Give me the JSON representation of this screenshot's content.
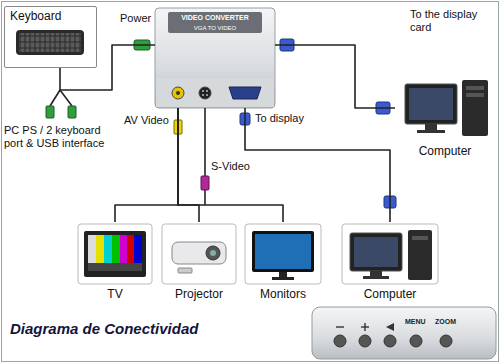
{
  "diagram": {
    "title": "Diagrama de Conectividad",
    "nodes": [
      {
        "text": [
          "Keyboard"
        ]
      },
      {
        "text": [
          "VIDEO CONVERTER",
          "VGA TO VIDEO"
        ]
      },
      {
        "text": [
          "Computer"
        ]
      },
      {
        "text": [
          "TV"
        ]
      },
      {
        "text": [
          "Projector"
        ]
      },
      {
        "text": [
          "Monitors"
        ]
      },
      {
        "text": [
          "Computer"
        ]
      },
      {
        "text": [
          "MENU",
          "ZOOM"
        ]
      }
    ],
    "edges": [
      {
        "from": 0,
        "to": 1,
        "arrow": "none"
      },
      {
        "from": 1,
        "to": 2,
        "arrow": "none"
      },
      {
        "from": 1,
        "to": 3,
        "arrow": "none"
      },
      {
        "from": 1,
        "to": 4,
        "arrow": "none"
      },
      {
        "from": 1,
        "to": 5,
        "arrow": "none"
      },
      {
        "from": 1,
        "to": 6,
        "arrow": "none"
      }
    ],
    "labels": [
      "Power",
      "To the display card",
      "PC PS / 2 keyboard port & USB interface",
      "AV Video",
      "S-Video",
      "To display"
    ]
  }
}
